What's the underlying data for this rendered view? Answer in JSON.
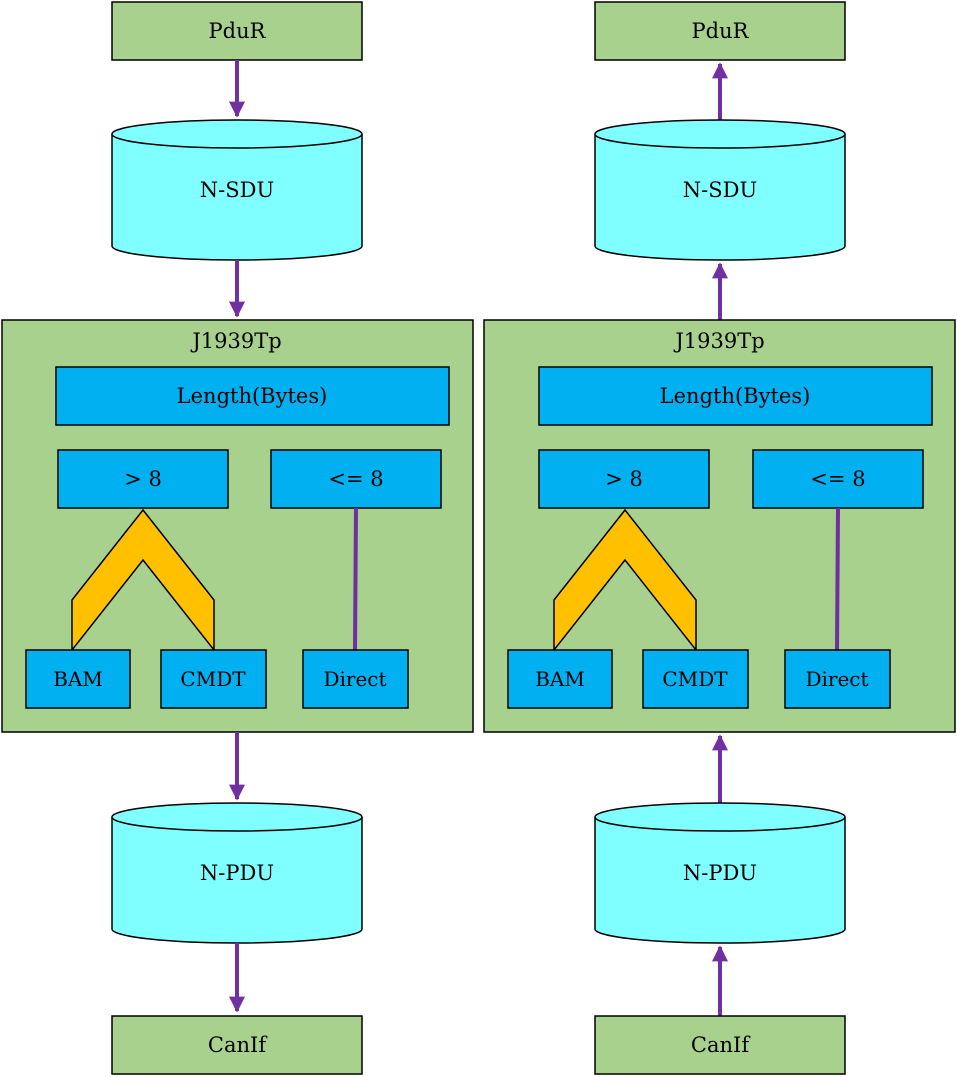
{
  "colors": {
    "box_green": "#a9d18e",
    "cylinder_cyan": "#7fffff",
    "block_blue": "#00b0f0",
    "chevron_gold": "#ffc000",
    "arrow_purple": "#7030a0",
    "outline": "#000000"
  },
  "left": {
    "top_box": "PduR",
    "top_store": "N-SDU",
    "container_title": "J1939Tp",
    "length_header": "Length(Bytes)",
    "branch_gt": "> 8",
    "branch_le": "<= 8",
    "leaf_bam": "BAM",
    "leaf_cmdt": "CMDT",
    "leaf_direct": "Direct",
    "bottom_store": "N-PDU",
    "bottom_box": "CanIf"
  },
  "right": {
    "top_box": "PduR",
    "top_store": "N-SDU",
    "container_title": "J1939Tp",
    "length_header": "Length(Bytes)",
    "branch_gt": "> 8",
    "branch_le": "<= 8",
    "leaf_bam": "BAM",
    "leaf_cmdt": "CMDT",
    "leaf_direct": "Direct",
    "bottom_store": "N-PDU",
    "bottom_box": "CanIf"
  }
}
